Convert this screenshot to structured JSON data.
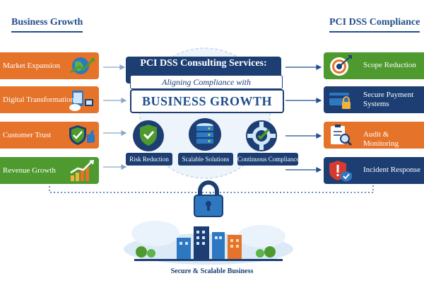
{
  "headers": {
    "left": "Business Growth",
    "right": "PCI DSS Compliance"
  },
  "left_items": [
    {
      "label": "Market Expansion",
      "color": "#e6732a"
    },
    {
      "label": "Digital Transformation",
      "color": "#e6732a"
    },
    {
      "label": "Customer Trust",
      "color": "#e6732a"
    },
    {
      "label": "Revenue Growth",
      "color": "#4e9a2e"
    }
  ],
  "right_items": [
    {
      "label": "Scope Reduction",
      "color": "#4e9a2e"
    },
    {
      "label": "Secure Payment Systems",
      "line1": "Secure Payment",
      "line2": "Systems",
      "color": "#1c3e73"
    },
    {
      "label": "Audit & Monitoring",
      "color": "#e6732a"
    },
    {
      "label": "Incident Response",
      "color": "#1c3e73"
    }
  ],
  "center": {
    "title": "PCI DSS Consulting Services:",
    "subtitle": "Aligning Compliance with",
    "banner": "BUSINESS GROWTH"
  },
  "pillars": [
    {
      "label": "Risk Reduction"
    },
    {
      "label": "Scalable Solutions"
    },
    {
      "label": "Continuous Compliance"
    }
  ],
  "footer": "Secure & Scalable Business",
  "colors": {
    "navy": "#1c3e73",
    "orange": "#e6732a",
    "green": "#4e9a2e",
    "accent_blue": "#1f4e8c"
  },
  "icons": [
    "globe-growth-icon",
    "devices-cloud-icon",
    "shield-thumbs-up-icon",
    "growth-chart-icon",
    "target-icon",
    "card-lock-icon",
    "clipboard-magnifier-icon",
    "alert-shield-icon",
    "shield-check-icon",
    "server-database-icon",
    "gear-check-icon",
    "padlock-icon",
    "city-icon"
  ]
}
